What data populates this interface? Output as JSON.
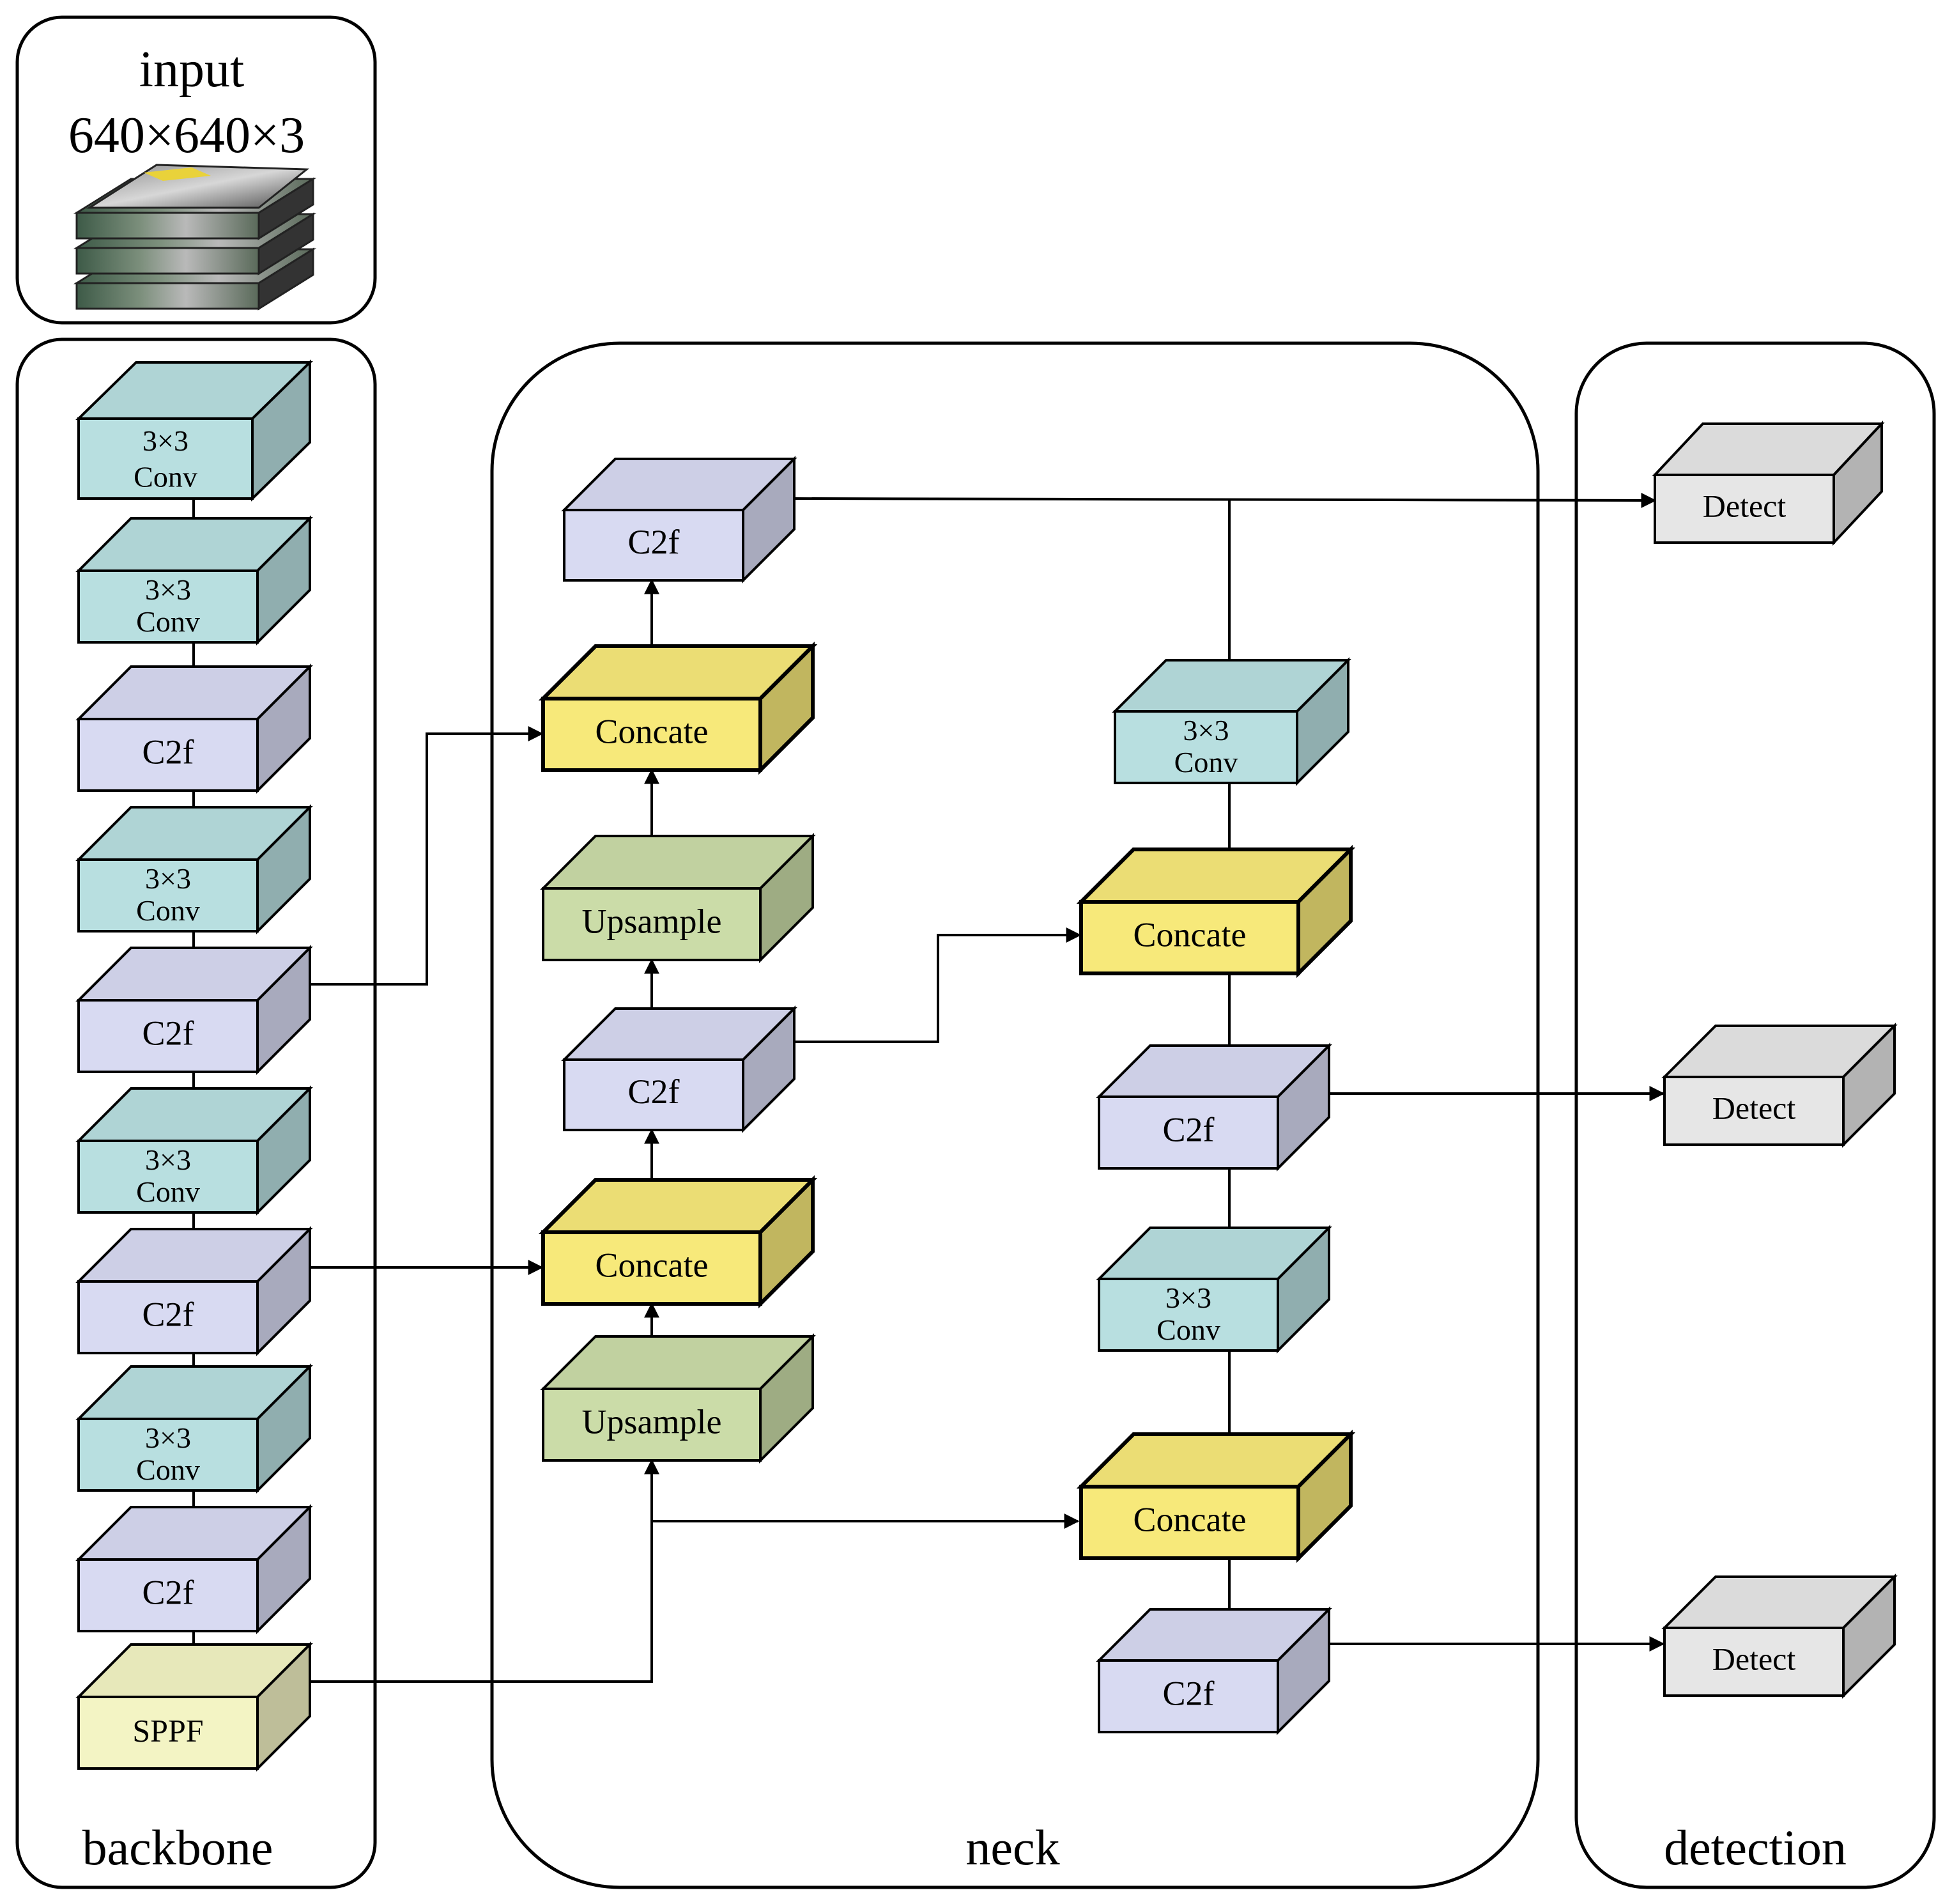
{
  "input": {
    "title": "input",
    "size": "640×640×3"
  },
  "sections": {
    "backbone": "backbone",
    "neck": "neck",
    "detection": "detection"
  },
  "labels": {
    "conv_top": "3×3",
    "conv_bottom": "Conv",
    "c2f": "C2f",
    "sppf": "SPPF",
    "concate": "Concate",
    "upsample": "Upsample",
    "detect": "Detect"
  },
  "colors": {
    "conv": "#b8dfe0",
    "c2f": "#d8daf2",
    "sppf": "#f3f4c4",
    "concate": "#f7e97a",
    "upsample": "#cbdca8",
    "detect": "#e6e6e6"
  }
}
